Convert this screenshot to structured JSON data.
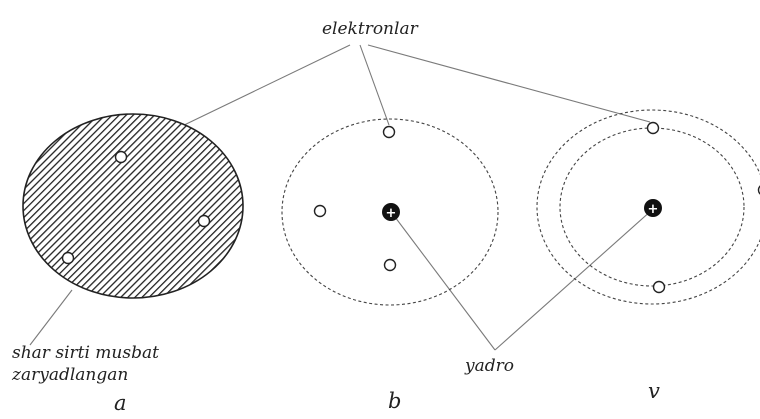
{
  "labels": {
    "electrons": "elektronlar",
    "surface_note_line1": "shar sirti musbat",
    "surface_note_line2": "zaryadlangan",
    "nucleus": "yadro",
    "model_a": "a",
    "model_b": "b",
    "model_v": "v"
  },
  "symbols": {
    "nucleus_charge": "+"
  },
  "colors": {
    "ink": "#222222",
    "leader": "#7a7a7a",
    "background": "#ffffff"
  }
}
